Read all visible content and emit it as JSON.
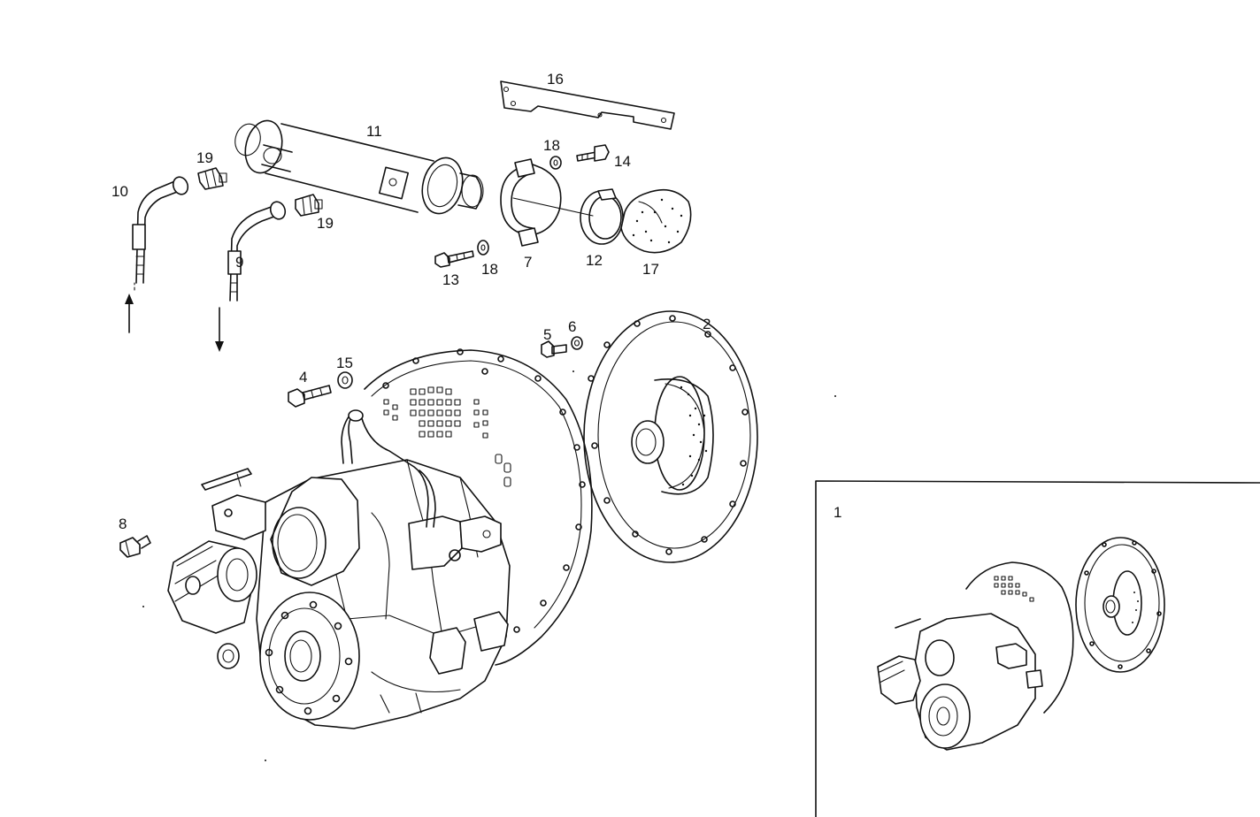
{
  "callouts": {
    "c1": "1",
    "c2": "2",
    "c4": "4",
    "c5": "5",
    "c6": "6",
    "c7": "7",
    "c8": "8",
    "c9": "9",
    "c10": "10",
    "c11": "11",
    "c12": "12",
    "c13": "13",
    "c14": "14",
    "c15": "15",
    "c16": "16",
    "c17": "17",
    "c18a": "18",
    "c18b": "18",
    "c19a": "19",
    "c19b": "19"
  }
}
